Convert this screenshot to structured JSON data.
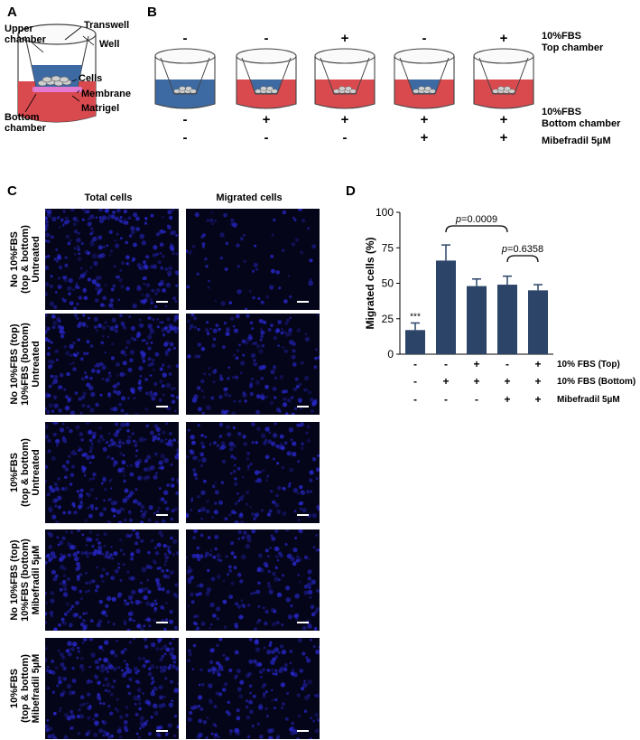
{
  "panels": {
    "a": "A",
    "b": "B",
    "c": "C",
    "d": "D"
  },
  "panel_a": {
    "labels": {
      "upper_chamber": "Upper\nchamber",
      "transwell": "Transwell",
      "well": "Well",
      "cells": "Cells",
      "membrane": "Membrane",
      "matrigel": "Matrigel",
      "bottom_chamber": "Bottom\nchamber"
    },
    "colors": {
      "top_medium": "#3d6aa3",
      "bottom_medium": "#d94a4f",
      "membrane": "#e37ad0"
    }
  },
  "panel_b": {
    "row_titles": {
      "top": "10%FBS\nTop chamber",
      "bottom": "10%FBS\nBottom chamber",
      "drug": "Mibefradil 5µM"
    },
    "top_signs": [
      "-",
      "-",
      "+",
      "-",
      "+"
    ],
    "bottom_signs": [
      "-",
      "+",
      "+",
      "+",
      "+"
    ],
    "drug_signs": [
      "-",
      "-",
      "-",
      "+",
      "+"
    ],
    "wells": [
      {
        "top": "blue",
        "bottom": "blue"
      },
      {
        "top": "blue",
        "bottom": "red"
      },
      {
        "top": "red",
        "bottom": "red"
      },
      {
        "top": "blue",
        "bottom": "red"
      },
      {
        "top": "red",
        "bottom": "red"
      }
    ]
  },
  "panel_c": {
    "col_titles": [
      "Total cells",
      "Migrated cells"
    ],
    "rows": [
      {
        "label": "No 10%FBS\n(top & bottom)\nUntreated"
      },
      {
        "label": "No 10%FBS (top)\n10%FBS (bottom)\nUntreated"
      },
      {
        "label": "10%FBS\n(top & bottom)\nUntreated"
      },
      {
        "label": "No 10%FBS (top)\n10%FBS (bottom)\nMibefradil 5µM"
      },
      {
        "label": "10%FBS\n(top & bottom)\nMibefradil 5µM"
      }
    ],
    "colors": {
      "nuclei": "#2a2ad6"
    }
  },
  "chart_data": {
    "type": "bar",
    "ylabel": "Migrated cells (%)",
    "ylim": [
      0,
      100
    ],
    "yticks": [
      "0",
      "25",
      "50",
      "75",
      "100"
    ],
    "values": [
      17,
      66,
      48,
      49,
      45
    ],
    "errors": [
      5,
      11,
      5,
      6,
      4
    ],
    "bar_color": "#2b4468",
    "annotations": {
      "significance": "***",
      "p1": "=0.0009",
      "p2": "=0.6358",
      "p_symbol": "p"
    },
    "condition_labels": [
      "10% FBS (Top)",
      "10% FBS (Bottom)",
      "Mibefradil 5µM"
    ],
    "top_signs": [
      "-",
      "-",
      "+",
      "-",
      "+"
    ],
    "bottom_signs": [
      "-",
      "+",
      "+",
      "+",
      "+"
    ],
    "drug_signs": [
      "-",
      "-",
      "-",
      "+",
      "+"
    ]
  }
}
